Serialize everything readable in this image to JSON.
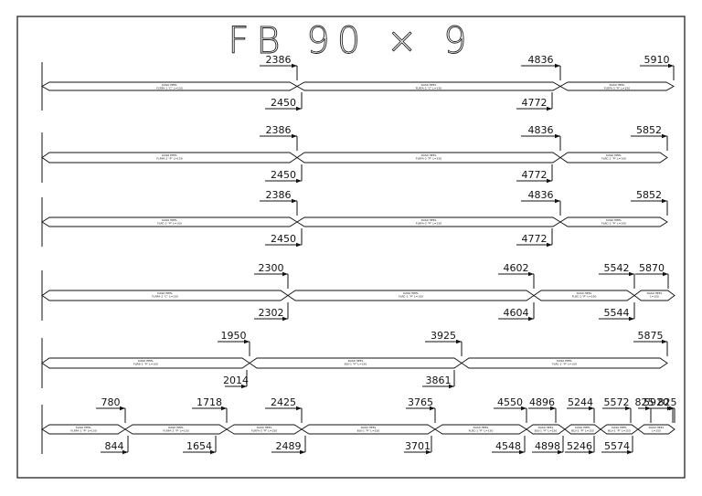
{
  "title": "FB 90 × 9",
  "rows": [
    {
      "top_dims": [
        "2386",
        "4836",
        "5910"
      ],
      "bottom_dims": [
        "2450",
        "4772"
      ],
      "pieces": [
        {
          "l1": "DAS0 HEEL",
          "l2": "FLRFA-1 \"C\"  L=150"
        },
        {
          "l1": "DAS0 HEEL",
          "l2": "FLRFA-2 \"C\"  L=150"
        },
        {
          "l1": "DAS0 HEEL",
          "l2": "FLRFA-3 \"P\"  L=150"
        }
      ]
    },
    {
      "top_dims": [
        "2386",
        "4836",
        "5852"
      ],
      "bottom_dims": [
        "2450",
        "4772"
      ],
      "pieces": [
        {
          "l1": "DAS0 HEEL",
          "l2": "FLRFA-2 \"P\"  L=150"
        },
        {
          "l1": "DAS0 HEEL",
          "l2": "FLRFA-2 \"P\"  L=150"
        },
        {
          "l1": "DAS0 HEEL",
          "l2": "FLRC-1 \"P\"  L=150"
        }
      ]
    },
    {
      "top_dims": [
        "2386",
        "4836",
        "5852"
      ],
      "bottom_dims": [
        "2450",
        "4772"
      ],
      "pieces": [
        {
          "l1": "DAS0 HEEL",
          "l2": "FLRC-2 \"P\"  L=150"
        },
        {
          "l1": "DAS0 HEEL",
          "l2": "FLRFA-2 \"P\"  L=150"
        },
        {
          "l1": "DAS0 HEEL",
          "l2": "FLRC-2 \"P\"  L=150"
        }
      ]
    },
    {
      "top_dims": [
        "2300",
        "4602",
        "5542",
        "5870"
      ],
      "bottom_dims": [
        "2302",
        "4604",
        "5544"
      ],
      "pieces": [
        {
          "l1": "DAS0 HEEL",
          "l2": "FLRFA-2 \"C\"  L=150"
        },
        {
          "l1": "DAS0 HEEL",
          "l2": "FLRC-1 \"P\"  L=150"
        },
        {
          "l1": "DAS0 HEEL",
          "l2": "FLRC-1 \"P\"  L=150"
        },
        {
          "l1": "DAS0 HEEL",
          "l2": "L=150"
        }
      ]
    },
    {
      "top_dims": [
        "1950",
        "3925",
        "5875"
      ],
      "bottom_dims": [
        "2014",
        "3861"
      ],
      "pieces": [
        {
          "l1": "DAS0 HEEL",
          "l2": "FLRB-1 \"P\"  L=150"
        },
        {
          "l1": "DAS0 HEEL",
          "l2": "BLV-1 \"P\"  L=150"
        },
        {
          "l1": "DAS0 HEEL",
          "l2": "FLRC-1 \"P\"  L=150"
        }
      ]
    },
    {
      "top_dims": [
        "780",
        "1718",
        "2425",
        "3765",
        "4550",
        "4896",
        "5244",
        "5572",
        "5920",
        "825",
        "825"
      ],
      "bottom_dims": [
        "844",
        "1654",
        "2489",
        "3701",
        "4548",
        "4898",
        "5246",
        "5574"
      ],
      "pieces": [
        {
          "l1": "DAS0 HEEL",
          "l2": "FLRFA-1 \"P\"  L=150"
        },
        {
          "l1": "DAS0 HEEL",
          "l2": "FLRFA-2 \"P\"  L=150"
        },
        {
          "l1": "DAS0 HEEL",
          "l2": "FLRFA-3 \"P\"  L=150"
        },
        {
          "l1": "DAS0 HEEL",
          "l2": "BLV-1 \"P\"  L=150"
        },
        {
          "l1": "DAS0 HEEL",
          "l2": "FLRC-1 \"P\"  L=150"
        },
        {
          "l1": "DAS0 HEEL",
          "l2": "BLV-1 \"P\"  L=150"
        },
        {
          "l1": "DAS0 HEEL",
          "l2": "BLV-2 \"P\"  L=150"
        },
        {
          "l1": "DAS0 HEEL",
          "l2": "BLV-2 \"P\"  L=150"
        },
        {
          "l1": "DAS0 HEEL",
          "l2": "L=150"
        }
      ]
    }
  ]
}
